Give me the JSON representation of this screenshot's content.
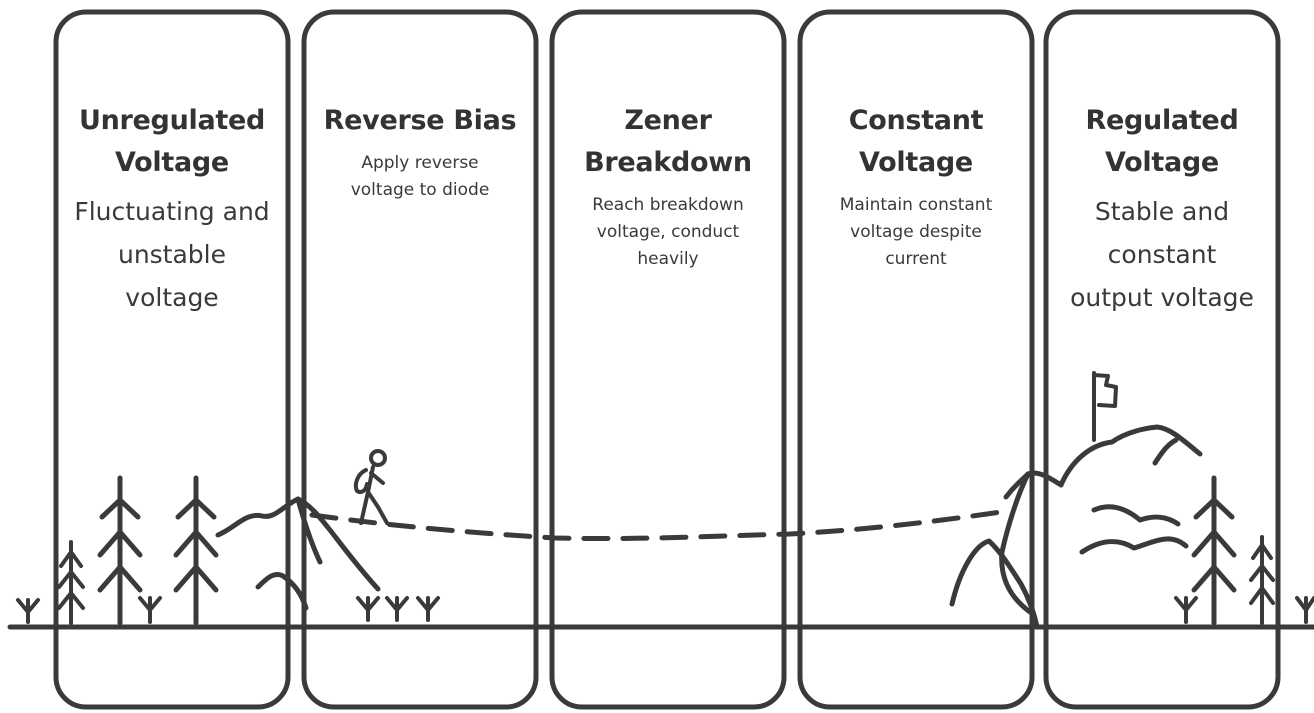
{
  "colors": {
    "ink": "#3a3a3a",
    "background": "#ffffff"
  },
  "stages": [
    {
      "title": "Unregulated\nVoltage",
      "description": "Fluctuating and\nunstable\nvoltage"
    },
    {
      "title": "Reverse Bias",
      "description": "Apply reverse\nvoltage to diode"
    },
    {
      "title": "Zener\nBreakdown",
      "description": "Reach breakdown\nvoltage, conduct\nheavily"
    },
    {
      "title": "Constant\nVoltage",
      "description": "Maintain constant\nvoltage despite\ncurrent"
    },
    {
      "title": "Regulated\nVoltage",
      "description": "Stable and\nconstant\noutput voltage"
    }
  ],
  "icons": {
    "hiker": "hiker-icon",
    "flag": "flag-icon",
    "tree": "pine-tree-icon",
    "mountain": "mountain-icon",
    "grass": "grass-tuft-icon"
  }
}
